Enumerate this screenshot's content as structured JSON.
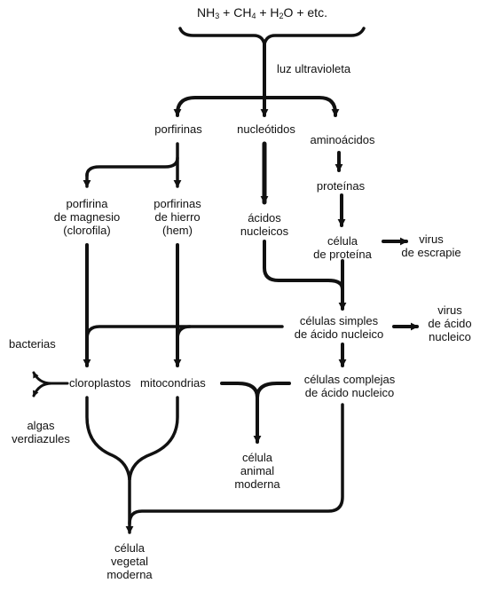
{
  "diagram": {
    "top_formula": {
      "nh": "NH",
      "nh_sub": "3",
      "ch": " + CH",
      "ch_sub": "4",
      "h": " + H",
      "h_sub": "2",
      "o_etc": "O + etc."
    },
    "nodes": {
      "uv": "luz ultravioleta",
      "porfirinas": "porfirinas",
      "nucleotidos": "nucleótidos",
      "aminoacidos": "aminoácidos",
      "proteinas": "proteínas",
      "porf_magnesio": "porfirina\nde magnesio\n(clorofila)",
      "porf_hierro": "porfirinas\nde hierro\n(hem)",
      "acidos_nucleicos": "ácidos\nnucleicos",
      "celula_proteina": "célula\nde proteína",
      "virus_escrapie": "virus\nde escrapie",
      "celulas_simples": "células simples\nde ácido nucleico",
      "virus_acido": "virus\nde ácido\nnucleico",
      "bacterias": "bacterias",
      "cloroplastos": "cloroplastos",
      "mitocondrias": "mitocondrias",
      "celulas_complejas": "células complejas\nde ácido nucleico",
      "algas": "algas\nverdiazules",
      "celula_animal": "célula\nanimal\nmoderna",
      "celula_vegetal": "célula\nvegetal\nmoderna"
    }
  }
}
